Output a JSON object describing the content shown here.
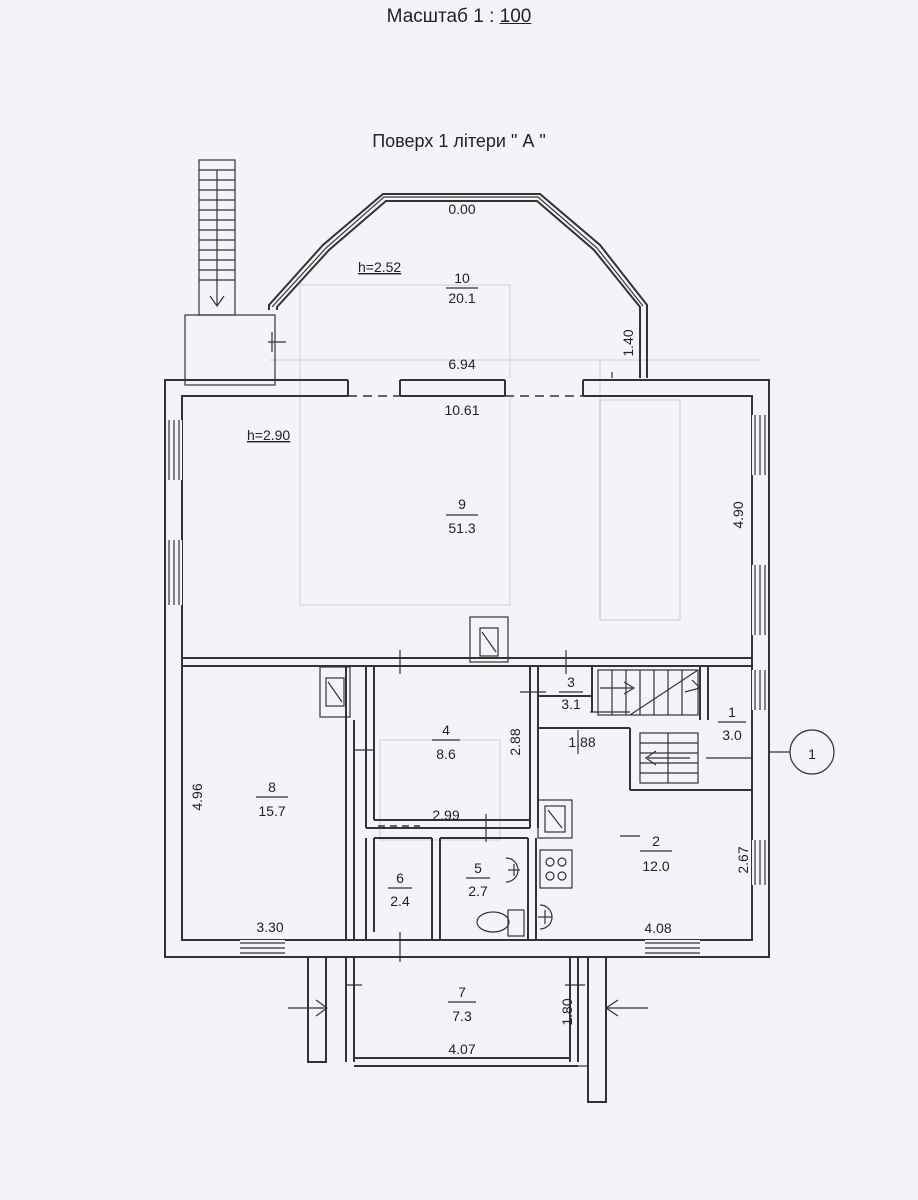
{
  "header": {
    "scale_prefix": "Масштаб  1 :",
    "scale_value": "100",
    "floor_title": "Поверх 1 літери \" А \""
  },
  "rooms": [
    {
      "id": "10",
      "area": "20.1"
    },
    {
      "id": "9",
      "area": "51.3"
    },
    {
      "id": "8",
      "area": "15.7"
    },
    {
      "id": "4",
      "area": "8.6"
    },
    {
      "id": "3",
      "area": "3.1"
    },
    {
      "id": "1",
      "area": "3.0"
    },
    {
      "id": "2",
      "area": "12.0"
    },
    {
      "id": "6",
      "area": "2.4"
    },
    {
      "id": "5",
      "area": "2.7"
    },
    {
      "id": "7",
      "area": "7.3"
    }
  ],
  "heights": {
    "h10": "h=2.52",
    "h9": "h=2.90"
  },
  "dimensions": {
    "d000": "0.00",
    "d694": "6.94",
    "d140": "1.40",
    "d1061": "10.61",
    "d490": "4.90",
    "d496": "4.96",
    "d330": "3.30",
    "d288": "2.88",
    "d299": "2.99",
    "d188": "1.88",
    "d267": "2.67",
    "d408": "4.08",
    "d180": "1.80",
    "d407": "4.07"
  },
  "entrance_marker": "1"
}
